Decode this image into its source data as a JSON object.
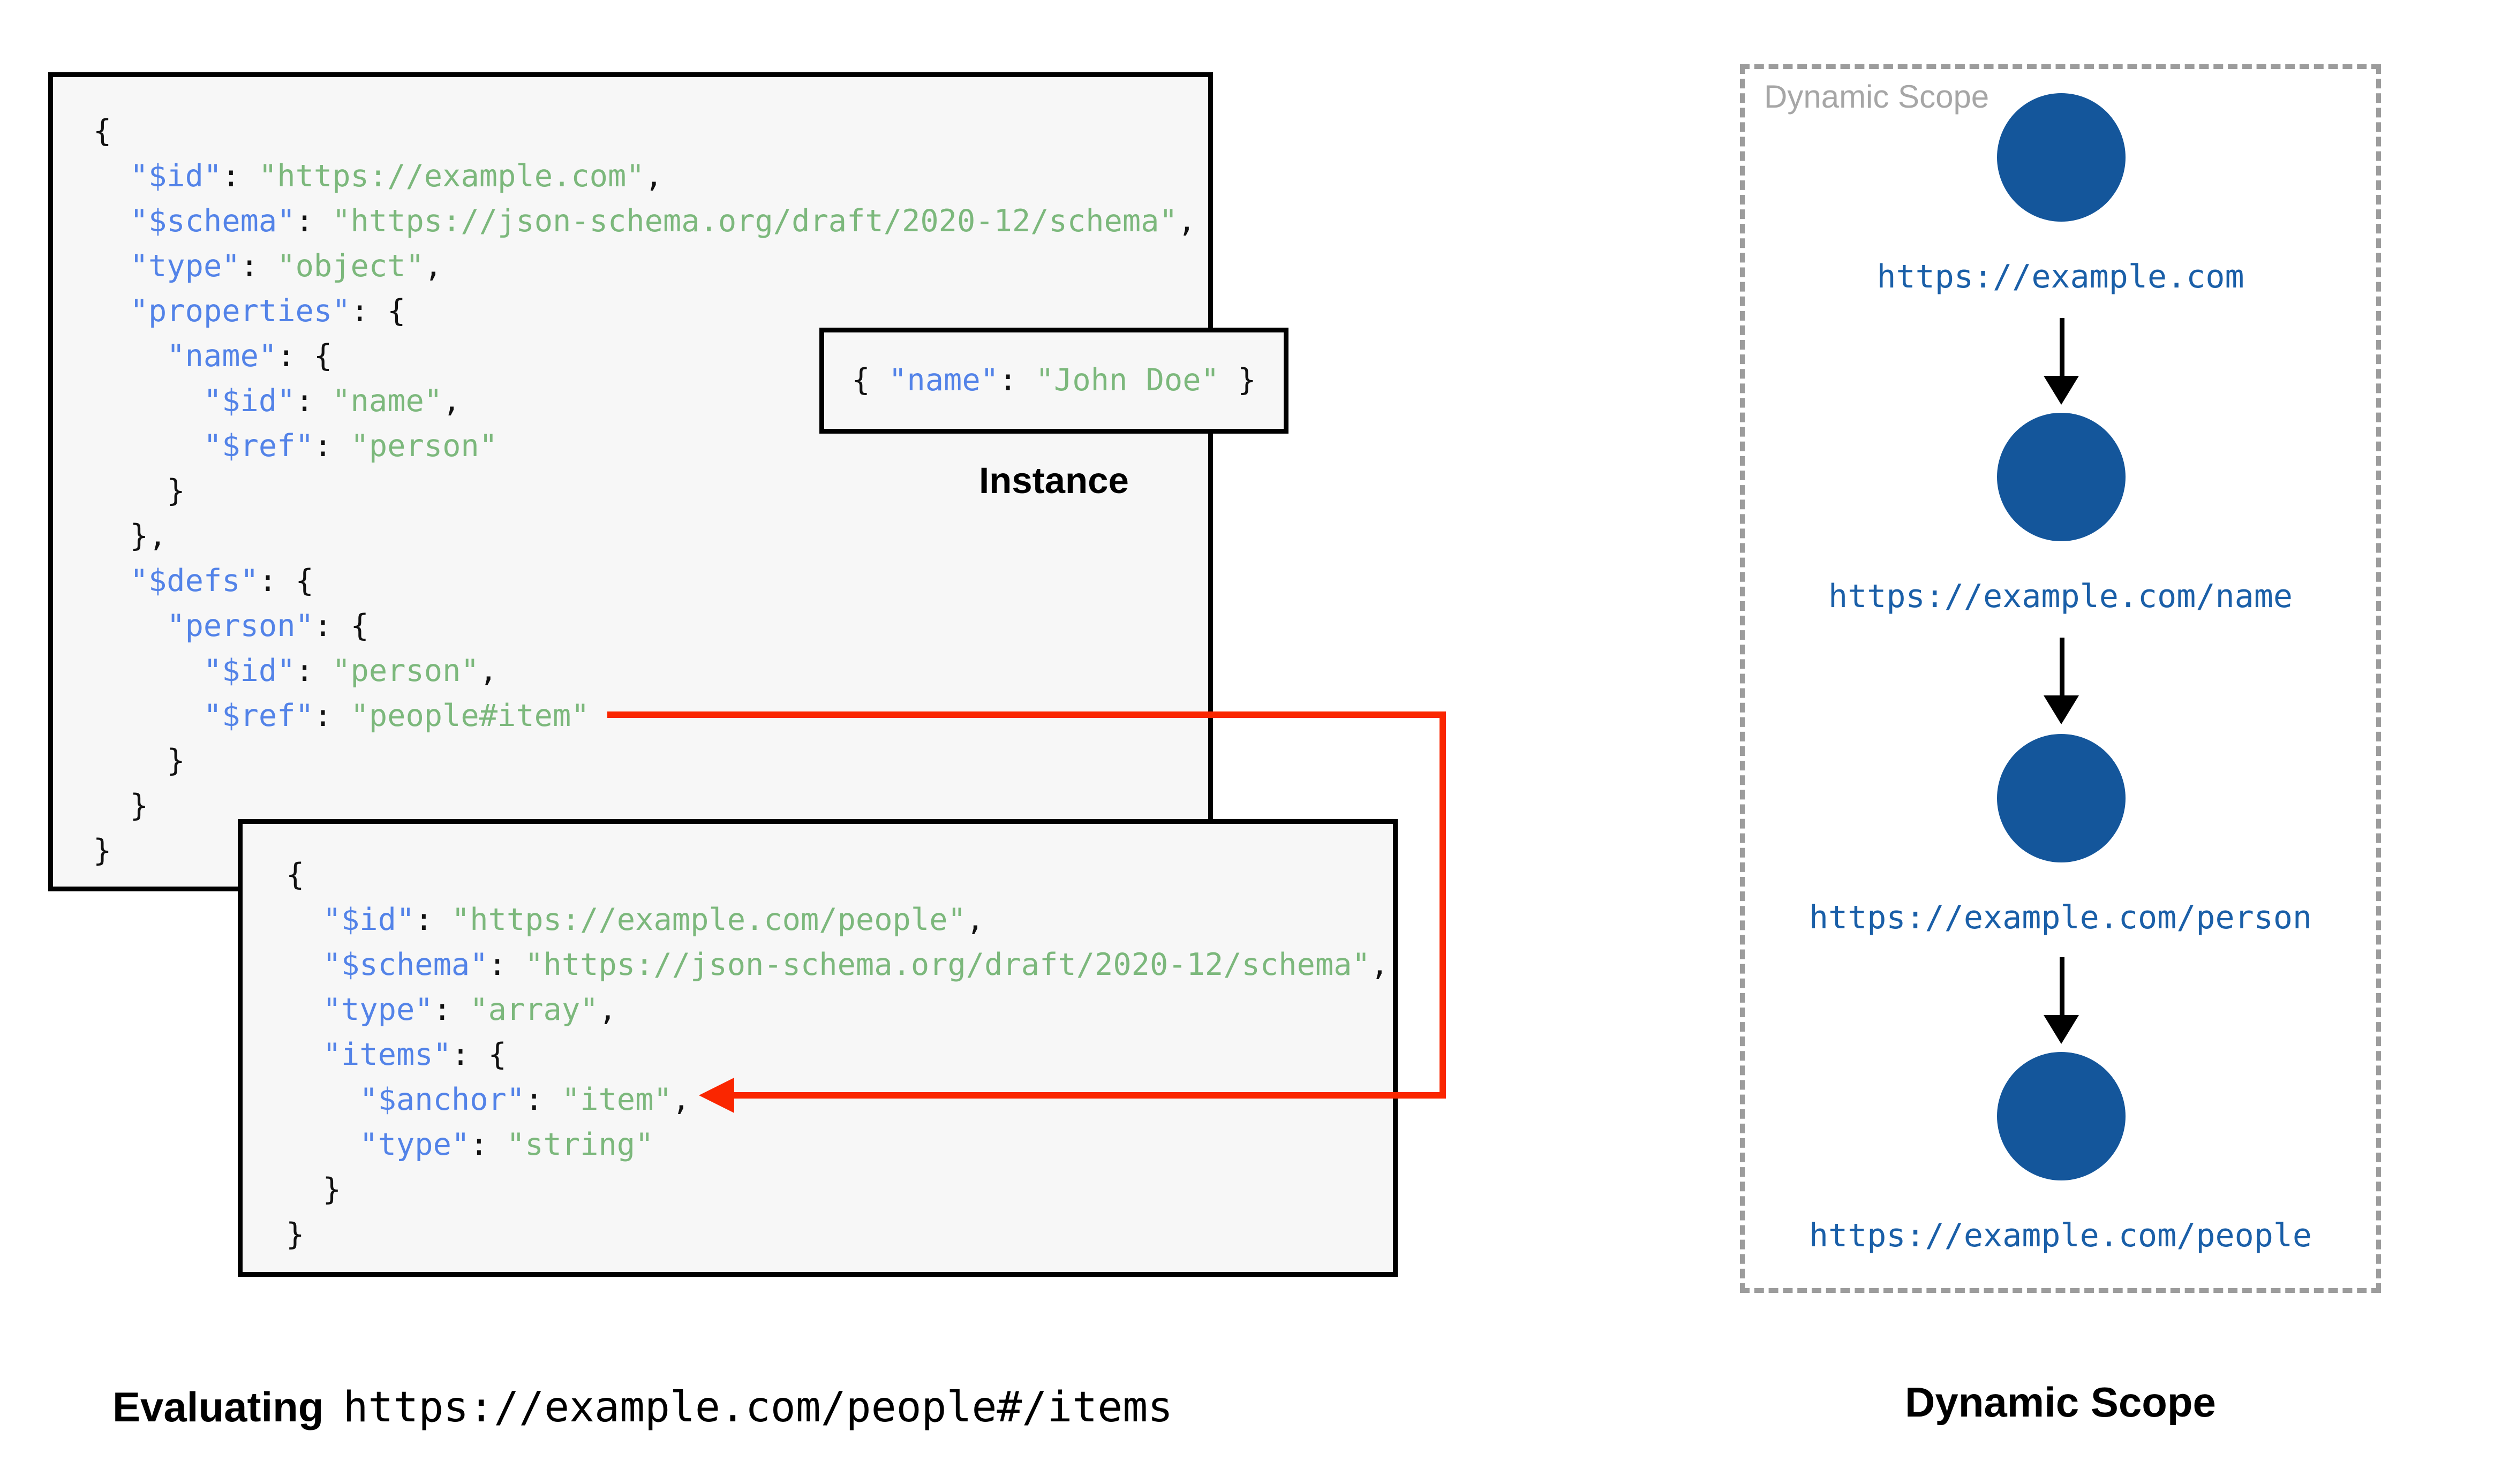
{
  "colors": {
    "box_bg": "#F7F7F7",
    "border": "#000000",
    "plain": "#111111",
    "key": "#5383E8",
    "value": "#7CB87C",
    "red": "#FA2600",
    "circle": "#14569B",
    "node_label": "#1A5FA8",
    "dash": "#9C9C9C",
    "corner": "#A6A6A6"
  },
  "schema1": {
    "lines": [
      [
        [
          "p",
          "{"
        ]
      ],
      [
        [
          "p",
          "  "
        ],
        [
          "k",
          "\"$id\""
        ],
        [
          "p",
          ": "
        ],
        [
          "v",
          "\"https://example.com\""
        ],
        [
          "p",
          ","
        ]
      ],
      [
        [
          "p",
          "  "
        ],
        [
          "k",
          "\"$schema\""
        ],
        [
          "p",
          ": "
        ],
        [
          "v",
          "\"https://json-schema.org/draft/2020-12/schema\""
        ],
        [
          "p",
          ","
        ]
      ],
      [
        [
          "p",
          "  "
        ],
        [
          "k",
          "\"type\""
        ],
        [
          "p",
          ": "
        ],
        [
          "v",
          "\"object\""
        ],
        [
          "p",
          ","
        ]
      ],
      [
        [
          "p",
          "  "
        ],
        [
          "k",
          "\"properties\""
        ],
        [
          "p",
          ": {"
        ]
      ],
      [
        [
          "p",
          "    "
        ],
        [
          "k",
          "\"name\""
        ],
        [
          "p",
          ": {"
        ]
      ],
      [
        [
          "p",
          "      "
        ],
        [
          "k",
          "\"$id\""
        ],
        [
          "p",
          ": "
        ],
        [
          "v",
          "\"name\""
        ],
        [
          "p",
          ","
        ]
      ],
      [
        [
          "p",
          "      "
        ],
        [
          "k",
          "\"$ref\""
        ],
        [
          "p",
          ": "
        ],
        [
          "v",
          "\"person\""
        ]
      ],
      [
        [
          "p",
          "    }"
        ]
      ],
      [
        [
          "p",
          "  },"
        ]
      ],
      [
        [
          "p",
          "  "
        ],
        [
          "k",
          "\"$defs\""
        ],
        [
          "p",
          ": {"
        ]
      ],
      [
        [
          "p",
          "    "
        ],
        [
          "k",
          "\"person\""
        ],
        [
          "p",
          ": {"
        ]
      ],
      [
        [
          "p",
          "      "
        ],
        [
          "k",
          "\"$id\""
        ],
        [
          "p",
          ": "
        ],
        [
          "v",
          "\"person\""
        ],
        [
          "p",
          ","
        ]
      ],
      [
        [
          "p",
          "      "
        ],
        [
          "k",
          "\"$ref\""
        ],
        [
          "p",
          ": "
        ],
        [
          "v",
          "\"people#item\""
        ]
      ],
      [
        [
          "p",
          "    }"
        ]
      ],
      [
        [
          "p",
          "  }"
        ]
      ],
      [
        [
          "p",
          "}"
        ]
      ]
    ]
  },
  "schema2": {
    "lines": [
      [
        [
          "p",
          "{"
        ]
      ],
      [
        [
          "p",
          "  "
        ],
        [
          "k",
          "\"$id\""
        ],
        [
          "p",
          ": "
        ],
        [
          "v",
          "\"https://example.com/people\""
        ],
        [
          "p",
          ","
        ]
      ],
      [
        [
          "p",
          "  "
        ],
        [
          "k",
          "\"$schema\""
        ],
        [
          "p",
          ": "
        ],
        [
          "v",
          "\"https://json-schema.org/draft/2020-12/schema\""
        ],
        [
          "p",
          ","
        ]
      ],
      [
        [
          "p",
          "  "
        ],
        [
          "k",
          "\"type\""
        ],
        [
          "p",
          ": "
        ],
        [
          "v",
          "\"array\""
        ],
        [
          "p",
          ","
        ]
      ],
      [
        [
          "p",
          "  "
        ],
        [
          "k",
          "\"items\""
        ],
        [
          "p",
          ": {"
        ]
      ],
      [
        [
          "p",
          "    "
        ],
        [
          "k",
          "\"$anchor\""
        ],
        [
          "p",
          ": "
        ],
        [
          "v",
          "\"item\""
        ],
        [
          "p",
          ","
        ]
      ],
      [
        [
          "p",
          "    "
        ],
        [
          "k",
          "\"type\""
        ],
        [
          "p",
          ": "
        ],
        [
          "v",
          "\"string\""
        ]
      ],
      [
        [
          "p",
          "  }"
        ]
      ],
      [
        [
          "p",
          "}"
        ]
      ]
    ]
  },
  "instance": {
    "lines": [
      [
        [
          "p",
          "{ "
        ],
        [
          "k",
          "\"name\""
        ],
        [
          "p",
          ": "
        ],
        [
          "v",
          "\"John Doe\""
        ],
        [
          "p",
          " }"
        ]
      ]
    ],
    "label": "Instance"
  },
  "caption_left": {
    "bold": "Evaluating",
    "uri": "https://example.com/people#/items"
  },
  "dynamic_scope": {
    "corner_label": "Dynamic Scope",
    "caption": "Dynamic Scope",
    "nodes": [
      "https://example.com",
      "https://example.com/name",
      "https://example.com/person",
      "https://example.com/people"
    ]
  }
}
